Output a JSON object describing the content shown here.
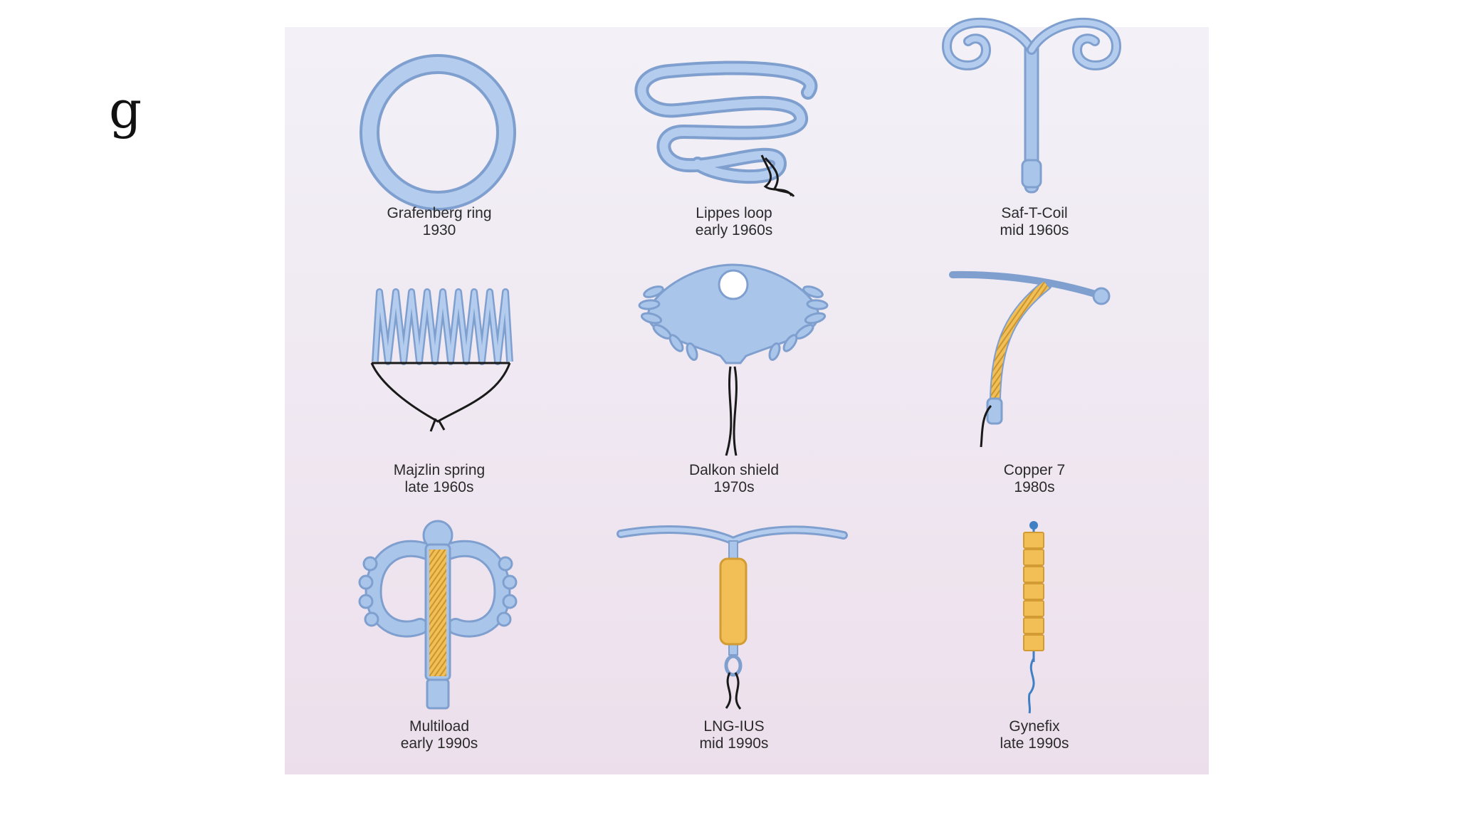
{
  "slide": {
    "letter": "g"
  },
  "colors": {
    "device_blue": "#a9c6ea",
    "device_blue_dark": "#7f9fcf",
    "copper_yellow": "#f2bf57",
    "string_black": "#1a1a1a",
    "panel_background": "#efe9f2"
  },
  "devices": [
    {
      "name": "Grafenberg ring",
      "period": "1930"
    },
    {
      "name": "Lippes loop",
      "period": "early 1960s"
    },
    {
      "name": "Saf-T-Coil",
      "period": "mid 1960s"
    },
    {
      "name": "Majzlin spring",
      "period": "late 1960s"
    },
    {
      "name": "Dalkon shield",
      "period": "1970s"
    },
    {
      "name": "Copper 7",
      "period": "1980s"
    },
    {
      "name": "Multiload",
      "period": "early 1990s"
    },
    {
      "name": "LNG-IUS",
      "period": "mid 1990s"
    },
    {
      "name": "Gynefix",
      "period": "late 1990s"
    }
  ]
}
